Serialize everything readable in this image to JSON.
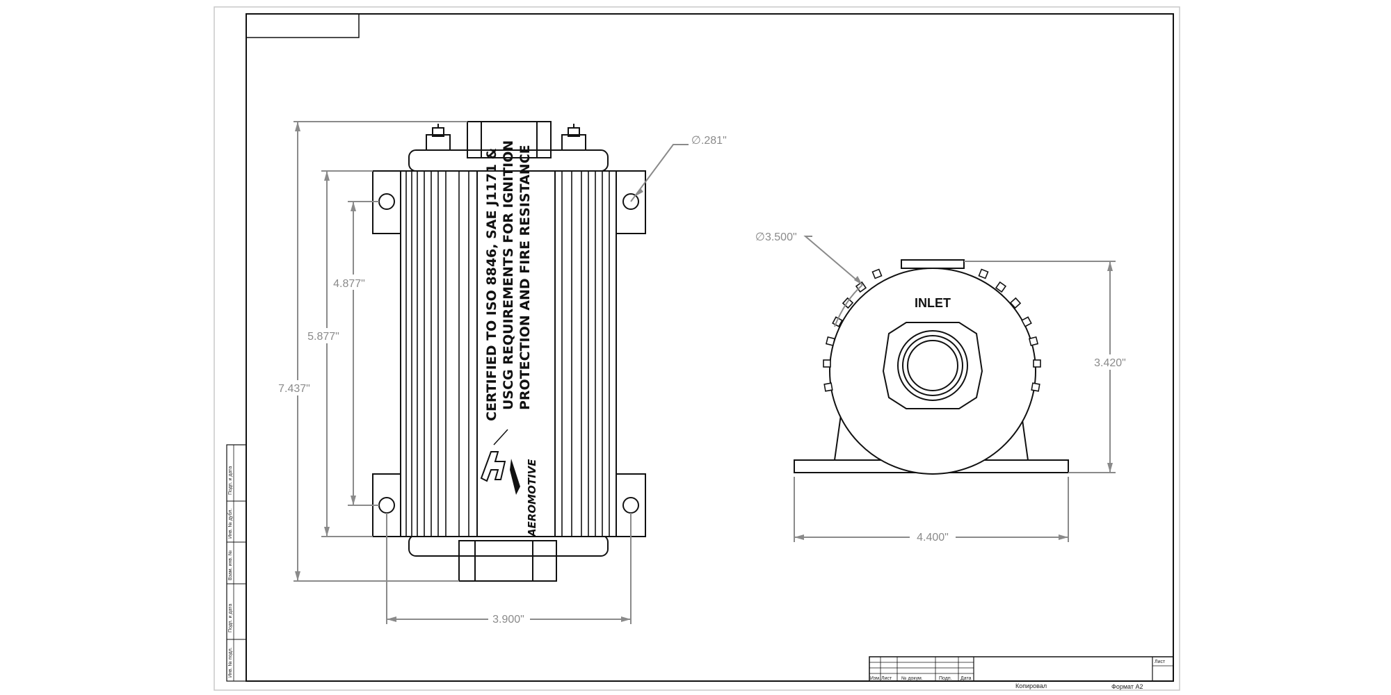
{
  "drawing": {
    "front_view": {
      "certification_lines": [
        "CERTIFIED TO ISO 8846, SAE J1171 &",
        "USCG REQUIREMENTS FOR IGNITION",
        "PROTECTION AND FIRE RESISTANCE"
      ],
      "brand": "AEROMOTIVE",
      "dimensions": {
        "overall_height": "7.437\"",
        "bracket_height": "5.877\"",
        "hole_spacing_vertical": "4.877\"",
        "hole_spacing_horizontal": "3.900\"",
        "hole_diameter": "∅.281\""
      }
    },
    "side_view": {
      "port_label": "INLET",
      "dimensions": {
        "body_diameter": "∅3.500\"",
        "height": "3.420\"",
        "base_width": "4.400\""
      }
    },
    "title_block": {
      "left_strip_labels": [
        "Инв. № подл.",
        "Подп. и дата",
        "Взам. инв. №",
        "Инв. № дубл.",
        "Подп. и дата"
      ],
      "revision_columns": [
        "Изм.",
        "Лист",
        "№ докум.",
        "Подп.",
        "Дата"
      ],
      "sheet_label": "Лист",
      "copied_label": "Копировал",
      "format_label": "Формат A2"
    }
  }
}
